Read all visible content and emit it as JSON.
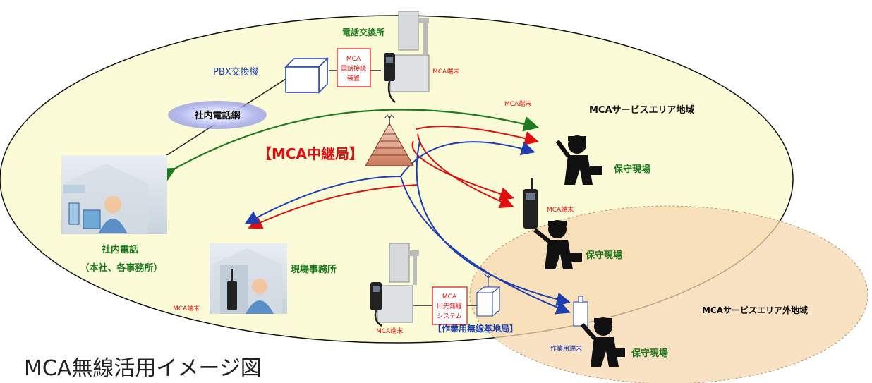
{
  "title": "MCA無線活用イメージ図",
  "areas": {
    "service": "MCAサービスエリア地域",
    "outside": "MCAサービスエリア外地域"
  },
  "nodes": {
    "phone_exchange": "電話交換所",
    "pbx": "PBX交換機",
    "mca_phone_device_lines": [
      "MCA",
      "電話接続",
      "装置"
    ],
    "mca_terminal": "MCA端末",
    "intranet": "社内電話網",
    "relay": "【MCA中継局】",
    "internal_phone": "社内電話",
    "internal_phone_sub": "（本社、各事務所）",
    "site_office": "現場事務所",
    "field_radio_lines": [
      "MCA",
      "出先無線",
      "システム"
    ],
    "work_base": "【作業用無線基地局】",
    "work_terminal": "作業用端末",
    "maintenance_site": "保守現場"
  },
  "colors": {
    "green": "#1e7a1e",
    "red": "#e01010",
    "blue": "#1f3fb0",
    "service_area": "#fbfbd8",
    "outside_area": "#f7d7b0"
  }
}
